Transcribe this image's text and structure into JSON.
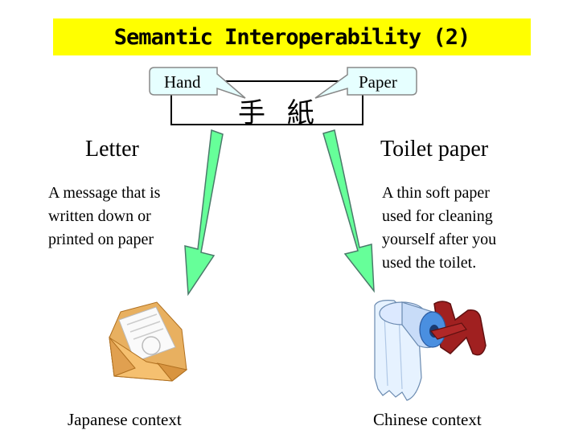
{
  "title": "Semantic Interoperability (2)",
  "kanji": "手 紙",
  "callouts": {
    "left": "Hand",
    "right": "Paper"
  },
  "left": {
    "heading": "Letter",
    "description": [
      "A message that is",
      "written down or",
      "printed on paper"
    ],
    "context": "Japanese context",
    "image": "envelope-icon"
  },
  "right": {
    "heading": "Toilet paper",
    "description": [
      "A thin soft paper",
      "used for cleaning",
      "yourself after you",
      "used the toilet."
    ],
    "context": "Chinese context",
    "image": "toilet-paper-icon"
  },
  "colors": {
    "title_bg": "#ffff00",
    "arrow_fill": "#66ff99",
    "arrow_stroke": "#4a7a6a",
    "callout_fill": "#e6ffff"
  }
}
